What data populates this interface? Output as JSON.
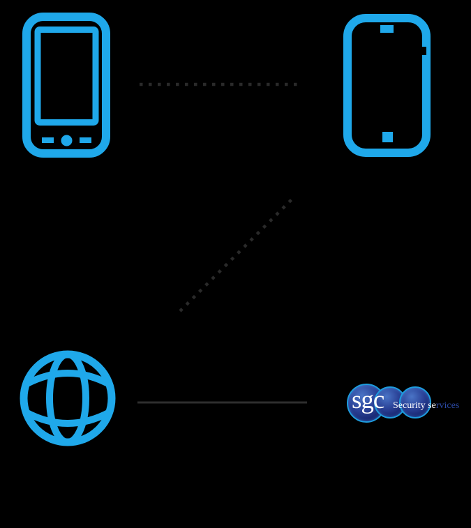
{
  "colors": {
    "background": "#000000",
    "accent_blue": "#1fa8ea",
    "dotted_connector_gray": "#2a2a2a",
    "solid_connector_gray": "#2e2e2e",
    "logo_rim_blue": "#1e9cde",
    "logo_fill_navy": "#131f66",
    "logo_fill_light_blue": "#4a74c6",
    "tagline_white": "#ffffff",
    "tagline_blue": "#2b4aa5"
  },
  "icons": {
    "smartphone": "smartphone-icon",
    "mobile_phone": "mobile-phone-icon",
    "globe": "globe-icon"
  },
  "connections": {
    "phone_to_phone": "dotted",
    "phone_to_globe": "dotted",
    "globe_to_sgc": "solid"
  },
  "logo": {
    "monogram": "sgc",
    "tagline": "Security services",
    "tagline_white_part": "Security se",
    "tagline_blue_part": "rvices"
  }
}
